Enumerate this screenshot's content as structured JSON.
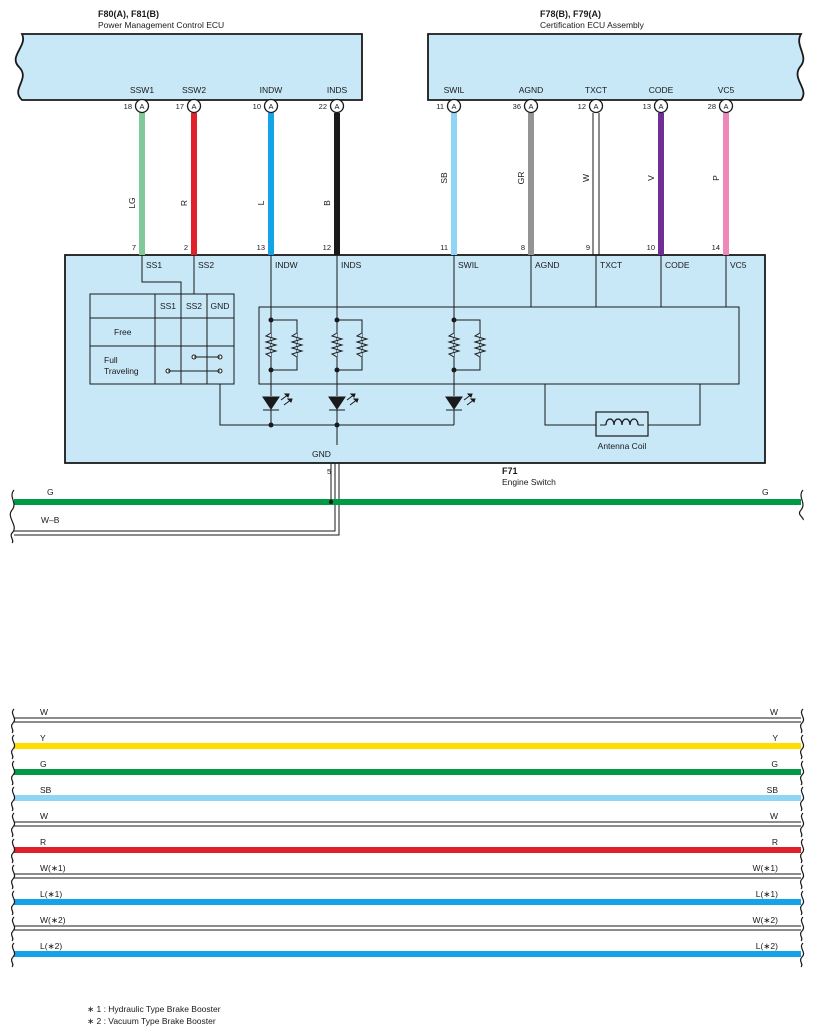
{
  "ecu_left": {
    "code": "F80(A), F81(B)",
    "name": "Power Management Control ECU"
  },
  "ecu_right": {
    "code": "F78(B), F79(A)",
    "name": "Certification ECU Assembly"
  },
  "connector_tag": "A",
  "top_pins": [
    {
      "name": "SSW1",
      "pin": "18",
      "wire": "LG",
      "color": "#7fc99a",
      "sw_pin": "7",
      "sw_label": "SS1"
    },
    {
      "name": "SSW2",
      "pin": "17",
      "wire": "R",
      "color": "#e2202a",
      "sw_pin": "2",
      "sw_label": "SS2"
    },
    {
      "name": "INDW",
      "pin": "10",
      "wire": "L",
      "color": "#12a4e6",
      "sw_pin": "13",
      "sw_label": "INDW"
    },
    {
      "name": "INDS",
      "pin": "22",
      "wire": "B",
      "color": "#1a1a1a",
      "sw_pin": "12",
      "sw_label": "INDS"
    },
    {
      "name": "SWIL",
      "pin": "11",
      "wire": "SB",
      "color": "#8fd5f5",
      "sw_pin": "11",
      "sw_label": "SWIL"
    },
    {
      "name": "AGND",
      "pin": "36",
      "wire": "GR",
      "color": "#949494",
      "sw_pin": "8",
      "sw_label": "AGND"
    },
    {
      "name": "TXCT",
      "pin": "12",
      "wire": "W",
      "color": "#ffffff",
      "sw_pin": "9",
      "sw_label": "TXCT"
    },
    {
      "name": "CODE",
      "pin": "13",
      "wire": "V",
      "color": "#6f2e96",
      "sw_pin": "10",
      "sw_label": "CODE"
    },
    {
      "name": "VC5",
      "pin": "28",
      "wire": "P",
      "color": "#ef88b8",
      "sw_pin": "14",
      "sw_label": "VC5"
    }
  ],
  "engine_switch": {
    "code": "F71",
    "name": "Engine Switch",
    "gnd_label": "GND",
    "gnd_pin": "5",
    "table": {
      "headers": [
        "SS1",
        "SS2",
        "GND"
      ],
      "rows": [
        "Free",
        "Full Traveling"
      ]
    },
    "antenna_label": "Antenna Coil"
  },
  "ground_bus": {
    "wire_g": "G",
    "wire_g_right": "G",
    "wire_g_color": "#009a44",
    "wire_wb": "W–B"
  },
  "bottom_wires": [
    {
      "left": "W",
      "right": "W",
      "color": "#ffffff"
    },
    {
      "left": "Y",
      "right": "Y",
      "color": "#ffdd00"
    },
    {
      "left": "G",
      "right": "G",
      "color": "#009a44"
    },
    {
      "left": "SB",
      "right": "SB",
      "color": "#8fd5f5"
    },
    {
      "left": "W",
      "right": "W",
      "color": "#ffffff"
    },
    {
      "left": "R",
      "right": "R",
      "color": "#e2202a"
    },
    {
      "left": "W(∗1)",
      "right": "W(∗1)",
      "color": "#ffffff"
    },
    {
      "left": "L(∗1)",
      "right": "L(∗1)",
      "color": "#12a4e6"
    },
    {
      "left": "W(∗2)",
      "right": "W(∗2)",
      "color": "#ffffff"
    },
    {
      "left": "L(∗2)",
      "right": "L(∗2)",
      "color": "#12a4e6"
    }
  ],
  "footnotes": [
    "∗ 1 : Hydraulic Type Brake Booster",
    "∗ 2 : Vacuum Type Brake Booster"
  ],
  "colors": {
    "component_fill": "#c8e8f8",
    "outline": "#1a1a1a"
  }
}
